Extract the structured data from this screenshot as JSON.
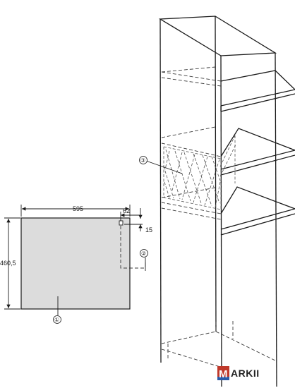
{
  "dimensions": {
    "width": "595",
    "cutout_offset": "62",
    "cutout_depth": "15",
    "height": "460,5"
  },
  "callouts": {
    "one": "①",
    "two": "②",
    "three": "③"
  },
  "watermark": {
    "m": "M",
    "rest": "ARKII"
  },
  "colors": {
    "panel_fill": "#dcdcdc",
    "line": "#1a1a1a",
    "logo_red": "#c0392b",
    "logo_blue": "#2a5aa8"
  }
}
